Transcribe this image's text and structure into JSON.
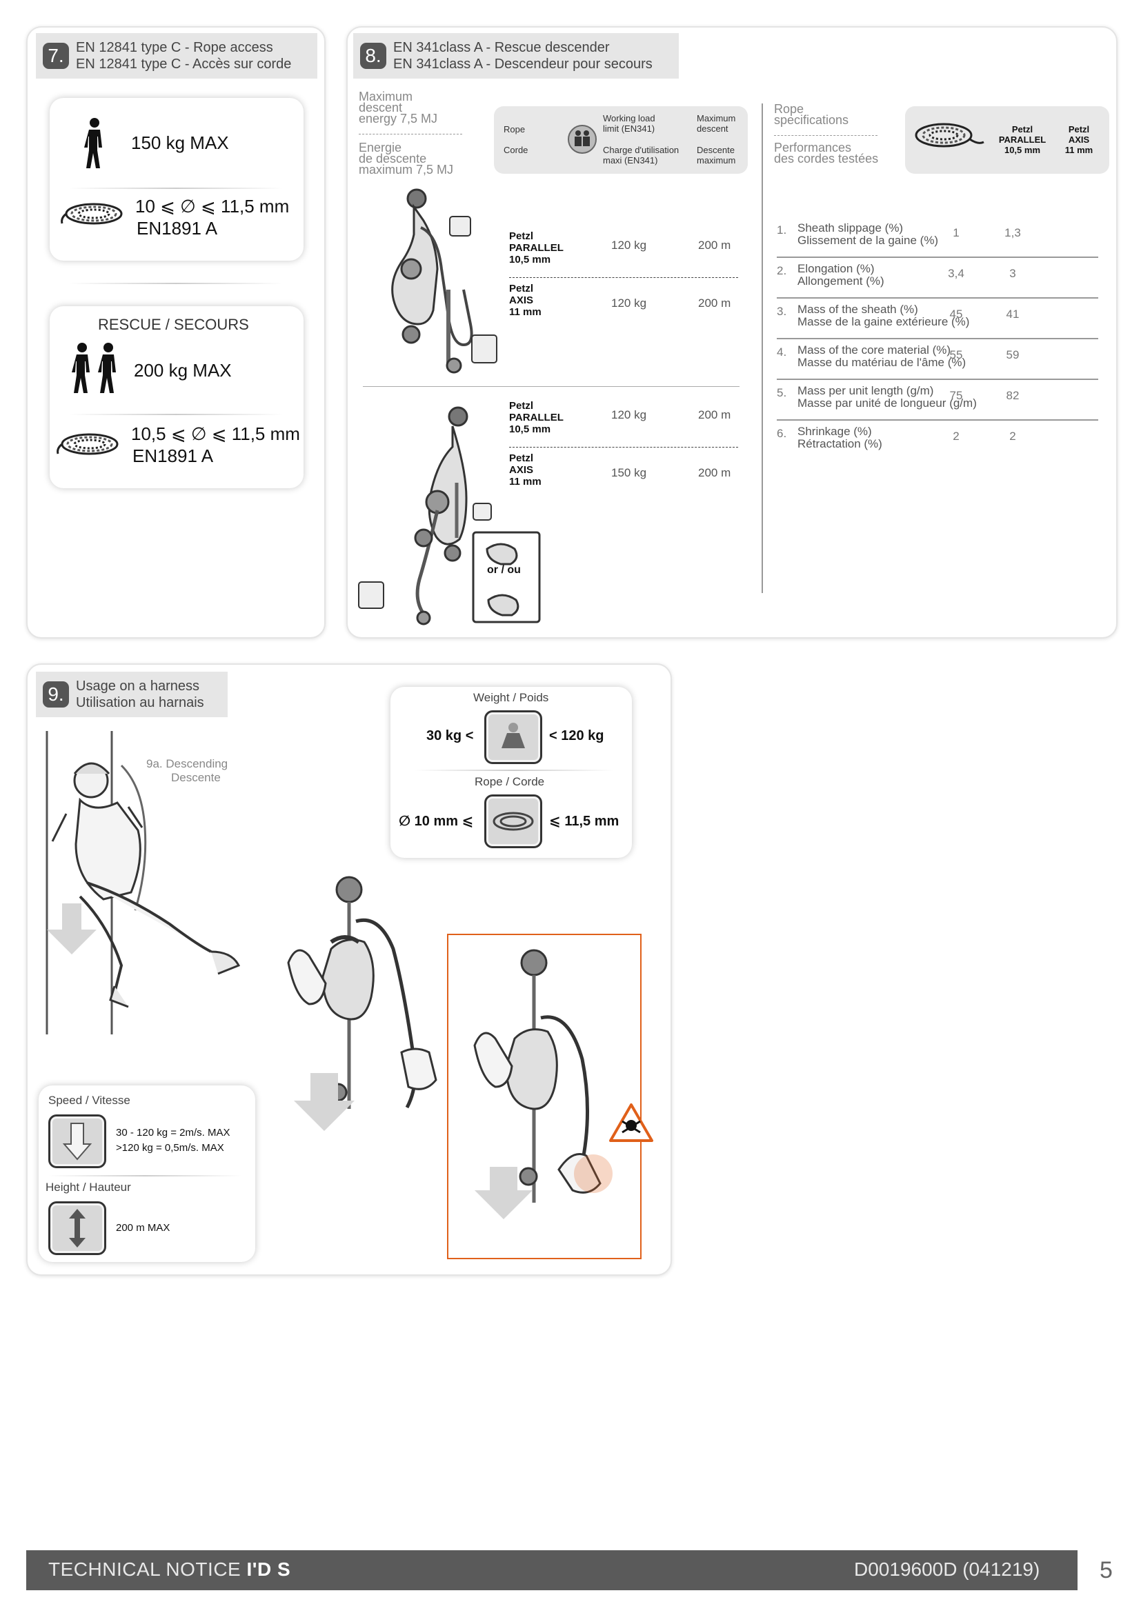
{
  "section7": {
    "num": "7.",
    "title_en": "EN 12841 type C - Rope access",
    "title_fr": "EN 12841 type C - Accès sur corde",
    "access_load": "150 kg MAX",
    "access_rope_diam": "10 ⩽ ∅ ⩽ 11,5 mm",
    "access_rope_std": "EN1891 A",
    "rescue_label": "RESCUE / SECOURS",
    "rescue_load": "200 kg MAX",
    "rescue_rope_diam": "10,5 ⩽ ∅ ⩽ 11,5 mm",
    "rescue_rope_std": "EN1891 A"
  },
  "section8": {
    "num": "8.",
    "title_en": "EN 341class A - Rescue descender",
    "title_fr": "EN 341class A - Descendeur pour secours",
    "energy_en_1": "Maximum",
    "energy_en_2": "descent",
    "energy_en_3": "energy 7,5 MJ",
    "energy_fr_1": "Energie",
    "energy_fr_2": "de descente",
    "energy_fr_3": "maximum 7,5 MJ",
    "header": {
      "rope_en": "Rope",
      "rope_fr": "Corde",
      "wll_en_1": "Working load",
      "wll_en_2": "limit (EN341)",
      "wll_fr_1": "Charge d'utilisation",
      "wll_fr_2": "maxi (EN341)",
      "desc_en_1": "Maximum",
      "desc_en_2": "descent",
      "desc_fr_1": "Descente",
      "desc_fr_2": "maximum"
    },
    "table_a": [
      {
        "rope_1": "Petzl",
        "rope_2": "PARALLEL",
        "rope_3": "10,5 mm",
        "load": "120 kg",
        "descent": "200 m"
      },
      {
        "rope_1": "Petzl",
        "rope_2": "AXIS",
        "rope_3": "11 mm",
        "load": "120 kg",
        "descent": "200 m"
      }
    ],
    "table_b": [
      {
        "rope_1": "Petzl",
        "rope_2": "PARALLEL",
        "rope_3": "10,5 mm",
        "load": "120 kg",
        "descent": "200 m"
      },
      {
        "rope_1": "Petzl",
        "rope_2": "AXIS",
        "rope_3": "11 mm",
        "load": "150 kg",
        "descent": "200 m"
      }
    ],
    "or_label": "or / ou",
    "rope_spec_en_1": "Rope",
    "rope_spec_en_2": "specifications",
    "rope_spec_fr_1": "Performances",
    "rope_spec_fr_2": "des cordes testées",
    "col1_1": "Petzl",
    "col1_2": "PARALLEL",
    "col1_3": "10,5 mm",
    "col2_1": "Petzl",
    "col2_2": "AXIS",
    "col2_3": "11 mm",
    "performance": [
      {
        "n": "1.",
        "en": "Sheath slippage (%)",
        "fr": "Glissement de la gaine (%)",
        "v1": "1",
        "v2": "1,3"
      },
      {
        "n": "2.",
        "en": "Elongation (%)",
        "fr": "Allongement (%)",
        "v1": "3,4",
        "v2": "3"
      },
      {
        "n": "3.",
        "en": "Mass of the sheath (%)",
        "fr": "Masse de la gaine extérieure (%)",
        "v1": "45",
        "v2": "41"
      },
      {
        "n": "4.",
        "en": "Mass of the core material (%)",
        "fr": "Masse du matériau de l'âme (%)",
        "v1": "55",
        "v2": "59"
      },
      {
        "n": "5.",
        "en": "Mass per unit length (g/m)",
        "fr": "Masse par unité de longueur (g/m)",
        "v1": "75",
        "v2": "82"
      },
      {
        "n": "6.",
        "en": "Shrinkage (%)",
        "fr": "Rétractation (%)",
        "v1": "2",
        "v2": "2"
      }
    ]
  },
  "section9": {
    "num": "9.",
    "title_en": "Usage on a harness",
    "title_fr": "Utilisation au harnais",
    "sub_en": "9a. Descending",
    "sub_fr": "Descente",
    "weight_label": "Weight / Poids",
    "weight_min": "30 kg <",
    "weight_max": "< 120 kg",
    "rope_label": "Rope / Corde",
    "rope_min": "∅ 10 mm ⩽",
    "rope_max": "⩽ 11,5 mm",
    "speed_label": "Speed / Vitesse",
    "speed_1": "30 - 120 kg = 2m/s. MAX",
    "speed_2": ">120 kg = 0,5m/s. MAX",
    "height_label": "Height / Hauteur",
    "height_value": "200 m MAX"
  },
  "footer": {
    "notice": "TECHNICAL NOTICE",
    "product": "I'D S",
    "doc_ref": "D0019600D (041219)",
    "page": "5"
  },
  "colors": {
    "accent_orange": "#e0601a",
    "panel_border": "#e4e4e4",
    "header_grey": "#e6e6e6",
    "footer_grey": "#5a5a5a"
  }
}
